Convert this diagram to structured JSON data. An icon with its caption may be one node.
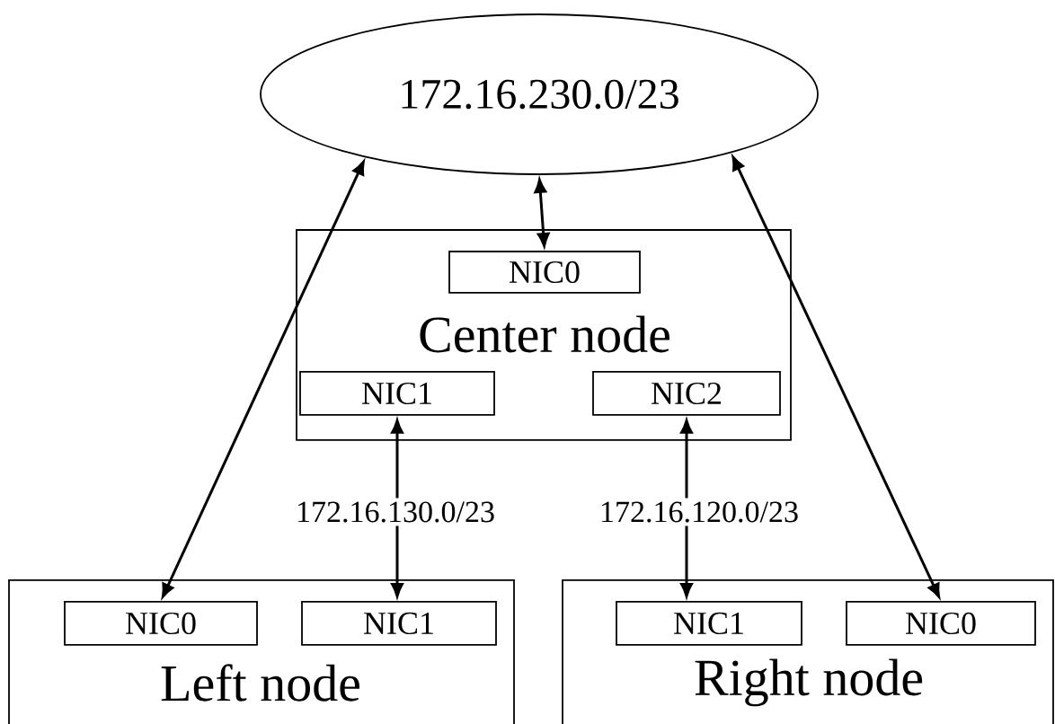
{
  "diagram": {
    "nodes": [
      {
        "text": [
          "172.16.230.0/23"
        ]
      },
      {
        "text": [
          "Center node"
        ]
      },
      {
        "text": [
          "NIC0"
        ],
        "in": 1
      },
      {
        "text": [
          "NIC1"
        ],
        "in": 1
      },
      {
        "text": [
          "NIC2"
        ],
        "in": 1
      },
      {
        "text": [
          "Left node"
        ]
      },
      {
        "text": [
          "NIC0"
        ],
        "in": 5
      },
      {
        "text": [
          "NIC1"
        ],
        "in": 5
      },
      {
        "text": [
          "Right node"
        ]
      },
      {
        "text": [
          "NIC1"
        ],
        "in": 8
      },
      {
        "text": [
          "NIC0"
        ],
        "in": 8
      }
    ],
    "edges": [
      {
        "from": 0,
        "to": 2,
        "arrow": "both"
      },
      {
        "from": 0,
        "to": 6,
        "arrow": "both"
      },
      {
        "from": 0,
        "to": 10,
        "arrow": "both"
      },
      {
        "from": 3,
        "to": 7,
        "arrow": "both",
        "label": "172.16.130.0/23"
      },
      {
        "from": 4,
        "to": 9,
        "arrow": "both",
        "label": "172.16.120.0/23"
      }
    ]
  }
}
